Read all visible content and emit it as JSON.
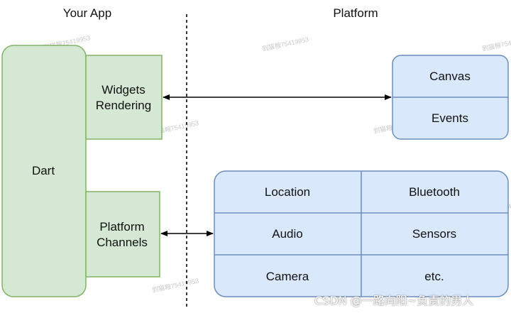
{
  "headings": {
    "left": "Your App",
    "right": "Platform"
  },
  "nodes": {
    "dart": "Dart",
    "widgets": [
      "Widgets",
      "Rendering"
    ],
    "channels": [
      "Platform",
      "Channels"
    ],
    "canvas": "Canvas",
    "events": "Events",
    "location": "Location",
    "bluetooth": "Bluetooth",
    "audio": "Audio",
    "sensors": "Sensors",
    "camera": "Camera",
    "etc": "etc."
  },
  "watermark": "到猫粮75419953",
  "credit": "CSDN @一路向阳~负责的男人",
  "colors": {
    "green_fill": "#d5e8d4",
    "green_stroke": "#82b366",
    "blue_fill": "#dae8fc",
    "blue_stroke": "#6c8ebf"
  }
}
